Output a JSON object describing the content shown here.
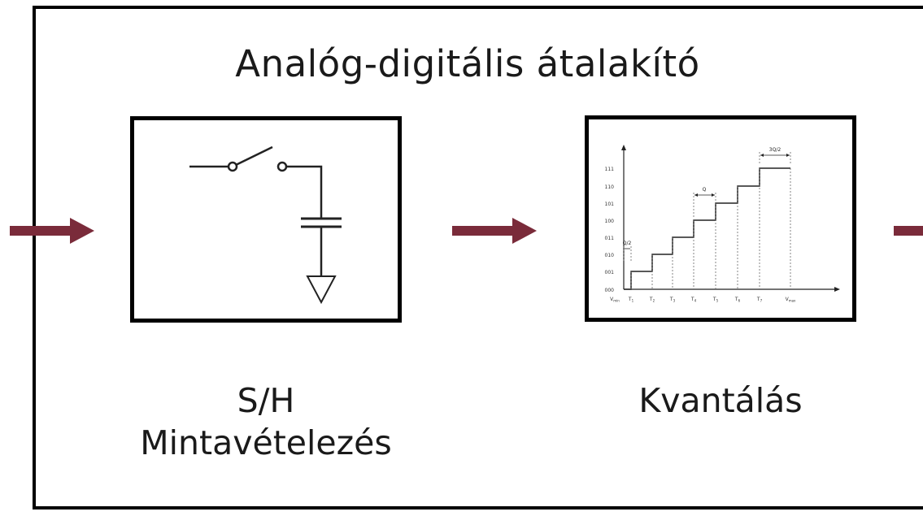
{
  "diagram": {
    "title": "Analóg-digitális átalakító",
    "sh_block": {
      "label_line1": "S/H",
      "label_line2": "Mintavételezés"
    },
    "quantizer_block": {
      "label": "Kvantálás",
      "plot": {
        "y_codes": [
          "000",
          "001",
          "010",
          "011",
          "100",
          "101",
          "110",
          "111"
        ],
        "x_ticks": [
          "V",
          "T",
          "T",
          "T",
          "T",
          "T",
          "T",
          "T",
          "V"
        ],
        "x_tick_subscripts": [
          "min",
          "1",
          "2",
          "3",
          "4",
          "5",
          "6",
          "7",
          "max"
        ],
        "annot_half_q": "Q/2",
        "annot_q": "Q",
        "annot_3q2": "3Q/2"
      }
    },
    "colors": {
      "arrow": "#7a2b3a",
      "frame": "#000000"
    }
  }
}
